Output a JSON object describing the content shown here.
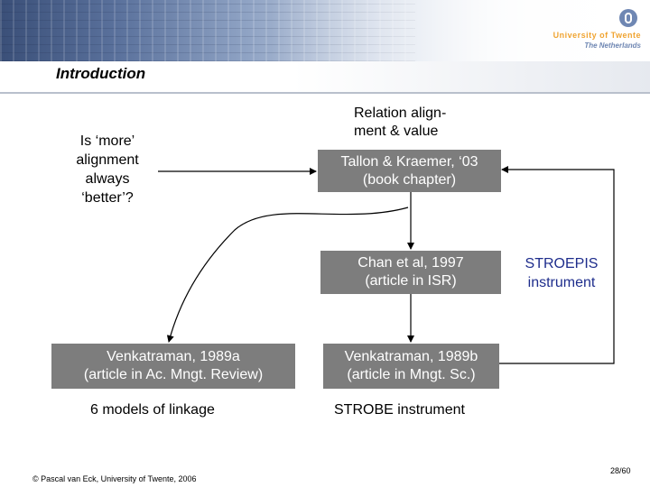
{
  "header": {
    "university": "University of Twente",
    "country": "The Netherlands"
  },
  "slide": {
    "title": "Introduction"
  },
  "diagram": {
    "question": "Is ‘more’\nalignment\nalways\n‘better’?",
    "relation_label": "Relation align-\nment & value",
    "tallon_box": "Tallon & Kraemer, ‘03\n(book chapter)",
    "chan_box": "Chan et al, 1997\n(article in ISR)",
    "stroepis_label": "STROEPIS\ninstrument",
    "venk_a_box": "Venkatraman, 1989a\n(article in Ac. Mngt. Review)",
    "venk_b_box": "Venkatraman, 1989b\n(article in Mngt. Sc.)",
    "models_caption": "6 models of linkage",
    "strobe_caption": "STROBE instrument"
  },
  "footer": {
    "copyright": "© Pascal van Eck, University of Twente, 2006",
    "page_number": "28/60"
  },
  "colors": {
    "box_fill": "#7d7d7d",
    "box_text": "#ffffff",
    "stroepis_text": "#1e2d8c",
    "brand_orange": "#f0a431"
  }
}
